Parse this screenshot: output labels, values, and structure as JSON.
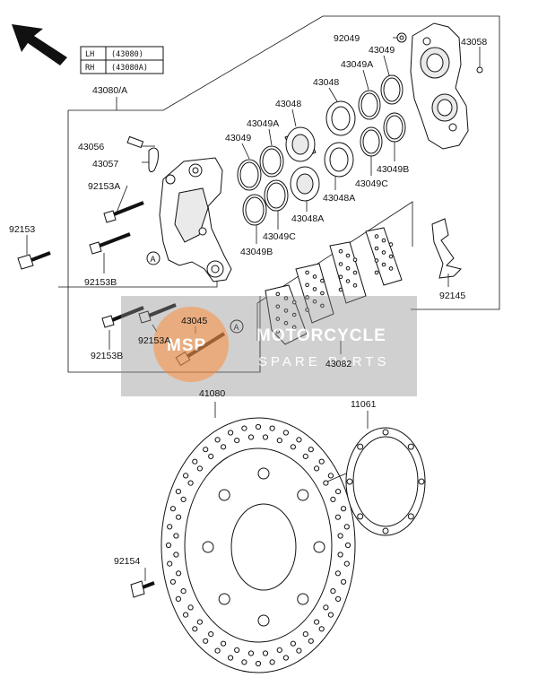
{
  "legend": {
    "rows": [
      {
        "side": "LH",
        "code": "(43080)"
      },
      {
        "side": "RH",
        "code": "(43080A)"
      }
    ]
  },
  "callouts": {
    "caliper_assy": "43080/A",
    "bracket_pin": "43056",
    "bleeder_valve": "43057",
    "bolt_a_upper": "92153A",
    "bolt_left": "92153",
    "bolt_b_upper": "92153B",
    "bolt_b_lower": "92153B",
    "bolt_a_lower": "92153A",
    "pin": "43045",
    "marker_a1": "A",
    "marker_a2": "A",
    "seal_49_left": "43049",
    "seal_49a_left": "43049A",
    "piston_48_left": "43048",
    "piston_48a_mid": "43048A",
    "seal_49c_left": "43049C",
    "seal_49b_left": "43049B",
    "piston_48_right": "43048",
    "seal_49a_right": "43049A",
    "seal_49_right": "43049",
    "washer": "92049",
    "caliper_cap": "43058",
    "seal_49b_right": "43049B",
    "seal_49c_right": "43049C",
    "piston_48a_right": "43048A",
    "spring": "92145",
    "pad_set": "43082",
    "disc": "41080",
    "gasket": "11061",
    "disc_bolt": "92154"
  },
  "watermark": {
    "brand": "MOTORCYCLE",
    "sub": "SPARE PARTS",
    "badge": "MSP"
  },
  "colors": {
    "line": "#111111",
    "watermark_band": "#8c8c8c",
    "watermark_logo": "#e8843a"
  },
  "icons": [
    "front-direction-arrow-icon"
  ]
}
